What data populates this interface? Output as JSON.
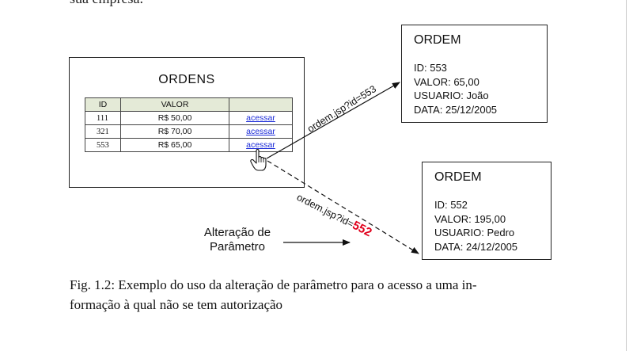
{
  "page": {
    "partial_top_text": "sua empresa."
  },
  "ordens": {
    "title": "ORDENS",
    "columns": [
      "ID",
      "VALOR",
      ""
    ],
    "rows": [
      {
        "id": "111",
        "valor": "R$ 50,00",
        "link": "acessar"
      },
      {
        "id": "321",
        "valor": "R$ 70,00",
        "link": "acessar"
      },
      {
        "id": "553",
        "valor": "R$ 65,00",
        "link": "acessar"
      }
    ]
  },
  "ordem_1": {
    "title": "ORDEM",
    "lines": [
      "ID: 553",
      "VALOR: 65,00",
      "USUARIO: João",
      "DATA: 25/12/2005"
    ]
  },
  "ordem_2": {
    "title": "ORDEM",
    "lines": [
      "ID: 552",
      "VALOR: 195,00",
      "USUARIO: Pedro",
      "DATA: 24/12/2005"
    ]
  },
  "urls": {
    "good": "ordem.jsp?id=553",
    "bad_prefix": "ordem.jsp?id=",
    "bad_id": "552"
  },
  "alteracao_label": [
    "Alteração de",
    "Parâmetro"
  ],
  "caption": {
    "line1": "Fig. 1.2: Exemplo do uso da alteração de parâmetro para o acesso a uma in-",
    "line2": "formação à qual não se tem autorização"
  },
  "colors": {
    "link": "#1b2bd8",
    "highlight_red": "#e0001c",
    "table_header": "#e4ead7"
  }
}
